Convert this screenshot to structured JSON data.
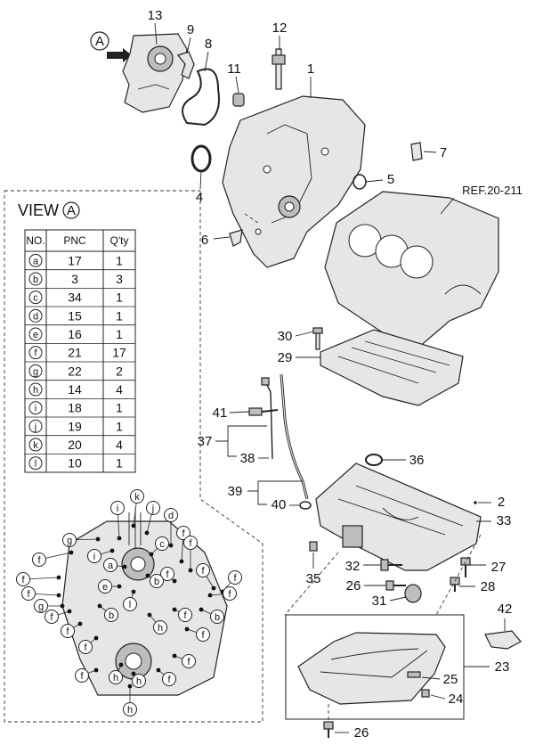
{
  "callouts": {
    "c13": "13",
    "c9": "9",
    "c8": "8",
    "c12": "12",
    "c11": "11",
    "c1": "1",
    "c7": "7",
    "c5": "5",
    "c4": "4",
    "c6": "6",
    "c30": "30",
    "c29": "29",
    "c41": "41",
    "c37": "37",
    "c38": "38",
    "c36": "36",
    "c39": "39",
    "c40": "40",
    "c2": "2",
    "c33": "33",
    "c35": "35",
    "c32": "32",
    "c27": "27",
    "c26a": "26",
    "c28": "28",
    "c31": "31",
    "c42": "42",
    "c23": "23",
    "c25": "25",
    "c24": "24",
    "c26b": "26"
  },
  "view_marker": "A",
  "ref_label": "REF.20-211",
  "view_title": "VIEW",
  "table": {
    "headers": [
      "NO.",
      "PNC",
      "Q'ty"
    ],
    "rows": [
      {
        "no": "a",
        "pnc": "17",
        "qty": "1"
      },
      {
        "no": "b",
        "pnc": "3",
        "qty": "3"
      },
      {
        "no": "c",
        "pnc": "34",
        "qty": "1"
      },
      {
        "no": "d",
        "pnc": "15",
        "qty": "1"
      },
      {
        "no": "e",
        "pnc": "16",
        "qty": "1"
      },
      {
        "no": "f",
        "pnc": "21",
        "qty": "17"
      },
      {
        "no": "g",
        "pnc": "22",
        "qty": "2"
      },
      {
        "no": "h",
        "pnc": "14",
        "qty": "4"
      },
      {
        "no": "i",
        "pnc": "18",
        "qty": "1"
      },
      {
        "no": "j",
        "pnc": "19",
        "qty": "1"
      },
      {
        "no": "k",
        "pnc": "20",
        "qty": "4"
      },
      {
        "no": "l",
        "pnc": "10",
        "qty": "1"
      }
    ]
  },
  "view_letters": {
    "k": "k",
    "i1": "i",
    "j": "j",
    "d": "d",
    "g1": "g",
    "c": "c",
    "f1": "f",
    "i2": "i",
    "f2": "f",
    "a": "a",
    "f3": "f",
    "f4": "f",
    "b1": "b",
    "f5": "f",
    "f6": "f",
    "e": "e",
    "l": "l",
    "f7": "f",
    "g2": "g",
    "f8": "f",
    "b2": "b",
    "f9": "f",
    "b3": "b",
    "f10": "f",
    "h1": "h",
    "f11": "f",
    "f12": "f",
    "f13": "f",
    "f14": "f",
    "f15": "f",
    "h2": "h",
    "h3": "h",
    "h4": "h",
    "f16": "f",
    "f17": "f"
  }
}
